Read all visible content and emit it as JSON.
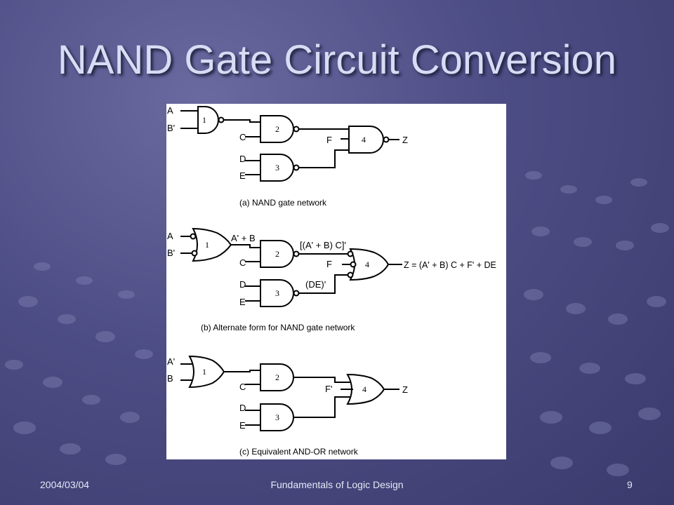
{
  "slide": {
    "title": "NAND Gate Circuit Conversion",
    "footer_date": "2004/03/04",
    "footer_course": "Fundamentals of Logic Design",
    "page_number": "9"
  },
  "diagram": {
    "a": {
      "in_a": "A",
      "in_b": "B'",
      "in_c": "C",
      "in_d": "D",
      "in_e": "E",
      "f": "F",
      "out": "Z",
      "g1": "1",
      "g2": "2",
      "g3": "3",
      "g4": "4",
      "caption": "(a) NAND gate network"
    },
    "b": {
      "in_a": "A",
      "in_b": "B'",
      "in_c": "C",
      "in_d": "D",
      "in_e": "E",
      "w1": "A' + B",
      "w2": "[(A' + B) C]'",
      "w3": "(DE)'",
      "f": "F",
      "out": "Z = (A' + B) C + F' + DE",
      "g1": "1",
      "g2": "2",
      "g3": "3",
      "g4": "4",
      "caption": "(b) Alternate form for NAND gate network"
    },
    "c": {
      "in_a": "A'",
      "in_b": "B",
      "in_c": "C",
      "in_d": "D",
      "in_e": "E",
      "f": "F'",
      "out": "Z",
      "g1": "1",
      "g2": "2",
      "g3": "3",
      "g4": "4",
      "caption": "(c) Equivalent AND-OR network"
    }
  }
}
